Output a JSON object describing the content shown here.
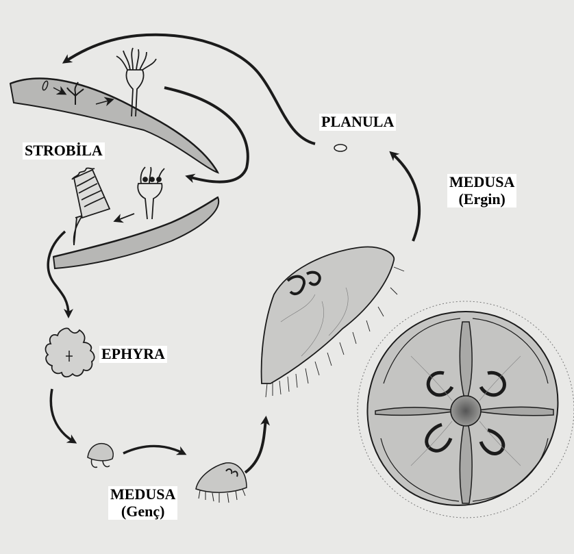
{
  "labels": {
    "planula": "PLANULA",
    "strobila": "STROBİLA",
    "ephyra": "EPHYRA",
    "medusa_adult_title": "MEDUSA",
    "medusa_adult_sub": "(Ergin)",
    "medusa_young_title": "MEDUSA",
    "medusa_young_sub": "(Genç)"
  },
  "colors": {
    "paper": "#e9e9e7",
    "ink": "#1b1b1b",
    "shade": "#9a9a98",
    "body_fill": "#c9c9c7",
    "label_bg": "#ffffff"
  }
}
